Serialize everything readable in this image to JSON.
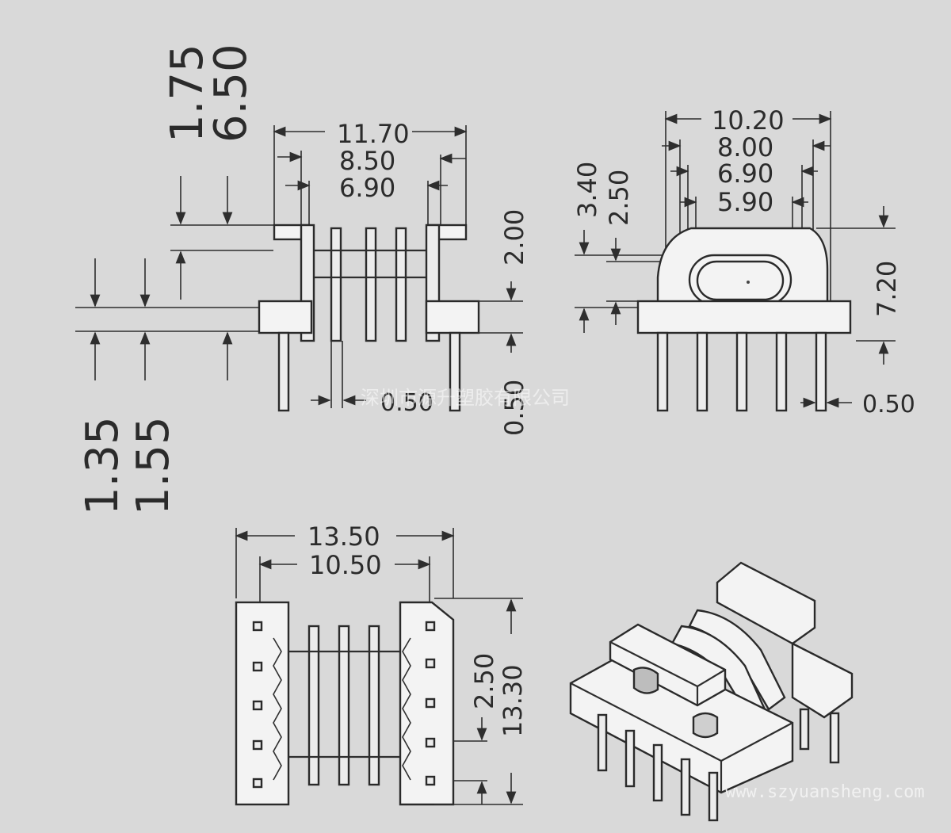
{
  "colors": {
    "background": "#d9d9d9",
    "line": "#2e2e2e"
  },
  "side_view": {
    "dims_top_rotated": [
      "1.75",
      "6.50"
    ],
    "dims_left_rotated": [
      "1.35",
      "1.55"
    ],
    "width_dims": [
      "11.70",
      "8.50",
      "6.90"
    ],
    "height_dim_right": "2.00",
    "pin_pitch_dim": "0.50",
    "pin_dia_dim_rotated": "0.50"
  },
  "front_view": {
    "width_dims": [
      "10.20",
      "8.00",
      "6.90",
      "5.90"
    ],
    "height_dims_rotated": [
      "3.40",
      "2.50"
    ],
    "total_height_dim": "7.20",
    "pin_dim": "0.50"
  },
  "bottom_view": {
    "width_dims": [
      "13.50",
      "10.50"
    ],
    "depth_dims_rotated": [
      "2.50",
      "13.30"
    ]
  },
  "watermark": {
    "company": "深圳市源升塑胶有限公司",
    "website": "www.szyuansheng.com"
  }
}
